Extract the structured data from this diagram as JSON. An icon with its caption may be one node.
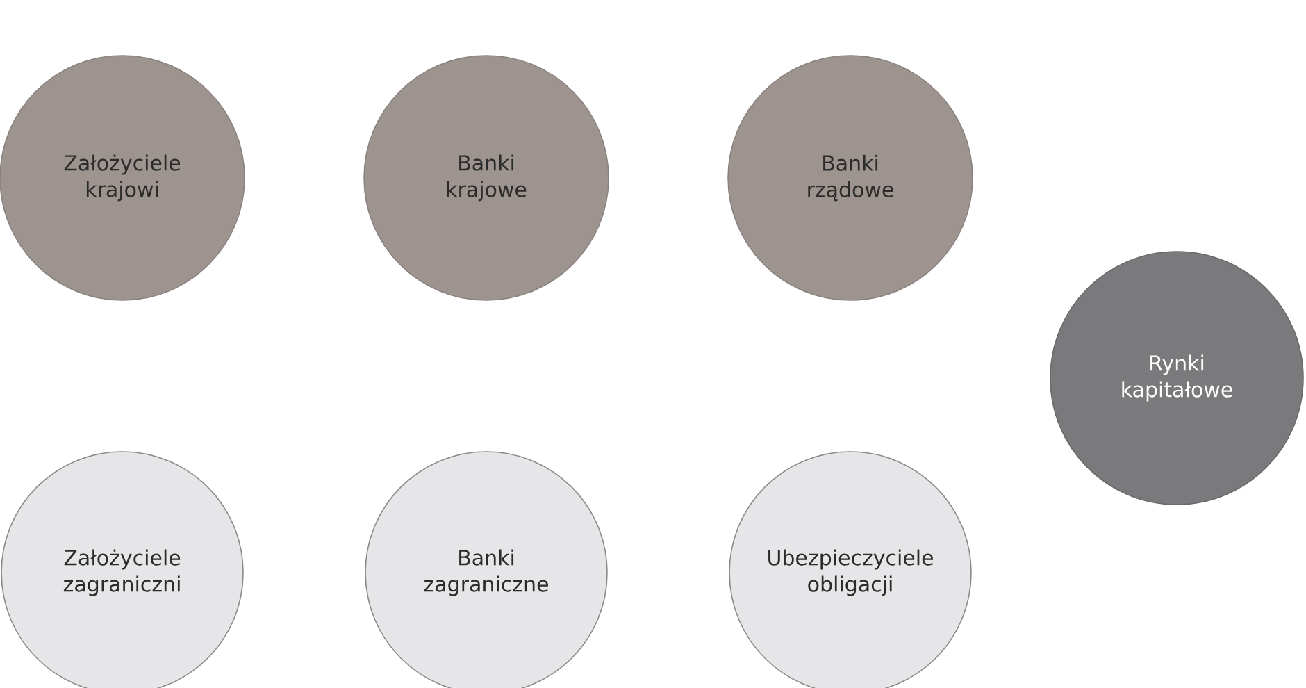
{
  "diagram": {
    "nodes": [
      {
        "text": [
          "Założyciele krajowi"
        ]
      },
      {
        "text": [
          "Banki krajowe"
        ]
      },
      {
        "text": [
          "Banki rządowe"
        ]
      },
      {
        "text": [
          "Rynki kapitałowe"
        ]
      },
      {
        "text": [
          "Założyciele zagraniczni"
        ]
      },
      {
        "text": [
          "Banki zagraniczne"
        ]
      },
      {
        "text": [
          "Ubezpieczyciele obligacji"
        ]
      }
    ]
  }
}
